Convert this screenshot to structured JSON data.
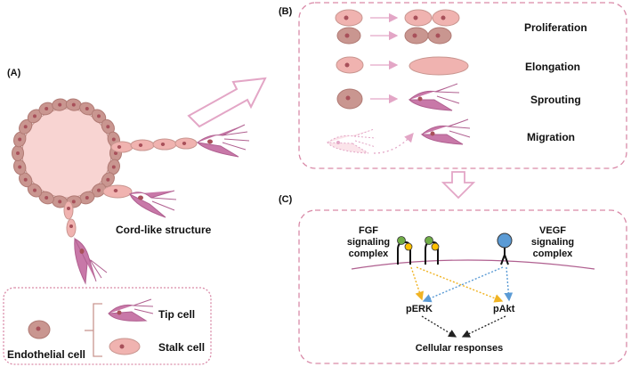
{
  "panels": {
    "a_label": "(A)",
    "b_label": "(B)",
    "c_label": "(C)"
  },
  "panel_a": {
    "structure_label": "Cord-like structure"
  },
  "legend": {
    "endothelial_cell": "Endothelial cell",
    "tip_cell": "Tip cell",
    "stalk_cell": "Stalk cell"
  },
  "panel_b": {
    "processes": [
      "Proliferation",
      "Elongation",
      "Sprouting",
      "Migration"
    ]
  },
  "panel_c": {
    "fgf_label": [
      "FGF",
      "signaling",
      "complex"
    ],
    "vegf_label": [
      "VEGF",
      "signaling",
      "complex"
    ],
    "perk": "pERK",
    "pakt": "pAkt",
    "responses": "Cellular responses"
  },
  "colors": {
    "cell_fill": "#c99690",
    "cell_stroke": "#b07a74",
    "nucleus": "#a8505a",
    "stalk_fill": "#f0b3b0",
    "tip_fill": "#c878a8",
    "lumen": "#f8d4d2",
    "box_dash": "#d98aa8",
    "arrow_pink": "#e3a6c6",
    "fgf_arrow": "#f0b323",
    "vegf_arrow": "#5b9bd5",
    "green_ligand": "#70ad47",
    "yellow_ligand": "#ffc000",
    "blue_ligand": "#5b9bd5"
  }
}
